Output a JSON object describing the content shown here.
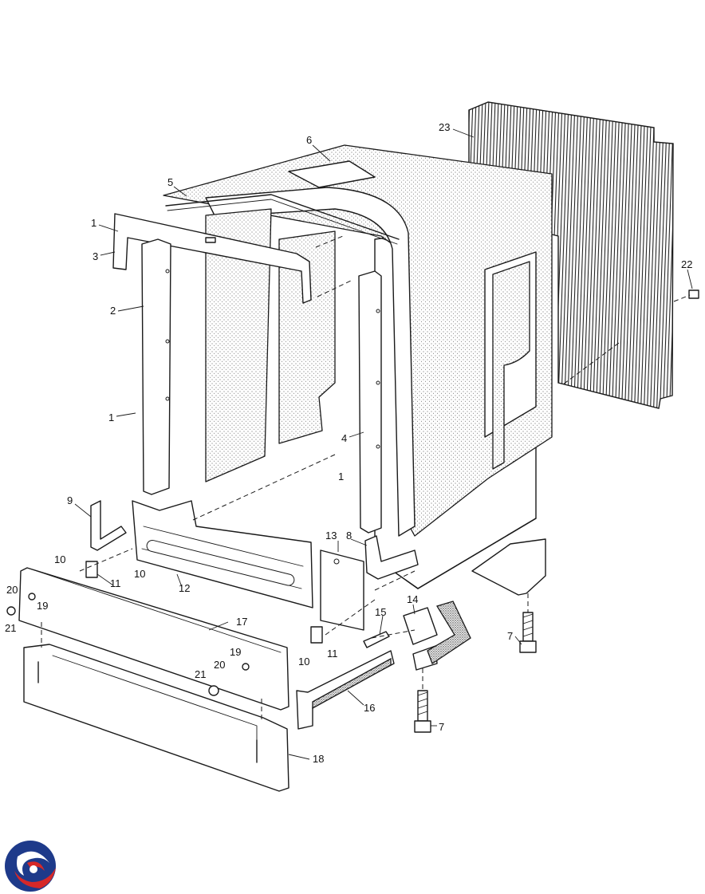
{
  "callouts": [
    {
      "id": "c1a",
      "text": "1"
    },
    {
      "id": "c1b",
      "text": "1"
    },
    {
      "id": "c1c",
      "text": "1"
    },
    {
      "id": "c2",
      "text": "2"
    },
    {
      "id": "c3",
      "text": "3"
    },
    {
      "id": "c4",
      "text": "4"
    },
    {
      "id": "c5",
      "text": "5"
    },
    {
      "id": "c6",
      "text": "6"
    },
    {
      "id": "c7a",
      "text": "7"
    },
    {
      "id": "c7b",
      "text": "7"
    },
    {
      "id": "c8",
      "text": "8"
    },
    {
      "id": "c9",
      "text": "9"
    },
    {
      "id": "c10a",
      "text": "10"
    },
    {
      "id": "c10b",
      "text": "10"
    },
    {
      "id": "c10c",
      "text": "10"
    },
    {
      "id": "c11a",
      "text": "11"
    },
    {
      "id": "c11b",
      "text": "11"
    },
    {
      "id": "c12",
      "text": "12"
    },
    {
      "id": "c13",
      "text": "13"
    },
    {
      "id": "c14",
      "text": "14"
    },
    {
      "id": "c15",
      "text": "15"
    },
    {
      "id": "c16",
      "text": "16"
    },
    {
      "id": "c17",
      "text": "17"
    },
    {
      "id": "c18",
      "text": "18"
    },
    {
      "id": "c19a",
      "text": "19"
    },
    {
      "id": "c19b",
      "text": "19"
    },
    {
      "id": "c20a",
      "text": "20"
    },
    {
      "id": "c20b",
      "text": "20"
    },
    {
      "id": "c21a",
      "text": "21"
    },
    {
      "id": "c21b",
      "text": "21"
    },
    {
      "id": "c22",
      "text": "22"
    },
    {
      "id": "c23",
      "text": "23"
    }
  ],
  "logo": {
    "name": "brand-swirl-logo",
    "colors": [
      "#1e3a8a",
      "#d62828",
      "#ffffff"
    ]
  },
  "colors": {
    "line": "#1a1a1a",
    "background": "#ffffff"
  }
}
